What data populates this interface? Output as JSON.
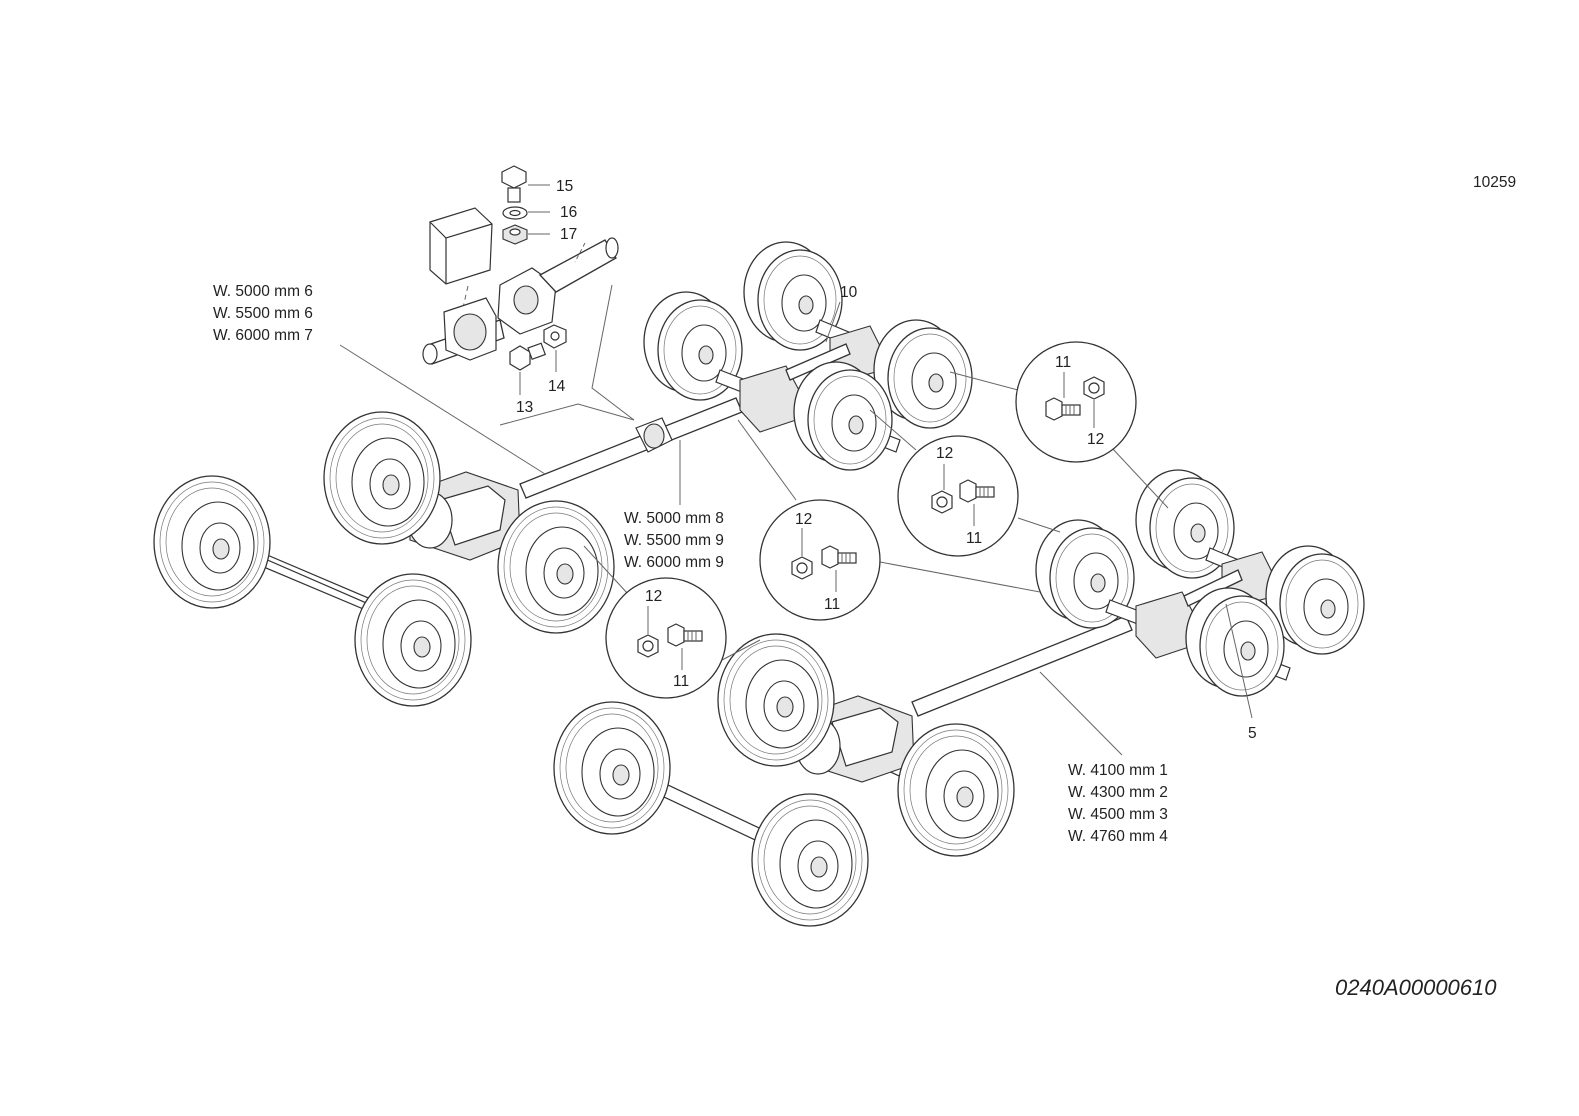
{
  "figure_number": "10259",
  "drawing_code": "0240A00000610",
  "shaft_labels": {
    "front_shaft": [
      "W. 5000 mm 6",
      "W. 5500 mm 6",
      "W. 6000 mm 7"
    ],
    "middle_shaft": [
      "W. 5000 mm 8",
      "W. 5500 mm 9",
      "W. 6000 mm 9"
    ],
    "lower_shaft": [
      "W. 4100 mm 1",
      "W. 4300 mm 2",
      "W. 4500 mm 3",
      "W. 4760 mm 4"
    ]
  },
  "callouts": {
    "c15": "15",
    "c16": "16",
    "c17": "17",
    "c14": "14",
    "c13": "13",
    "c10": "10",
    "c5": "5",
    "det1_nut": "12",
    "det1_bolt": "11",
    "det2_nut": "12",
    "det2_bolt": "11",
    "det3_nut": "12",
    "det3_bolt": "11",
    "det4_bolt": "11",
    "det4_nut": "12"
  }
}
